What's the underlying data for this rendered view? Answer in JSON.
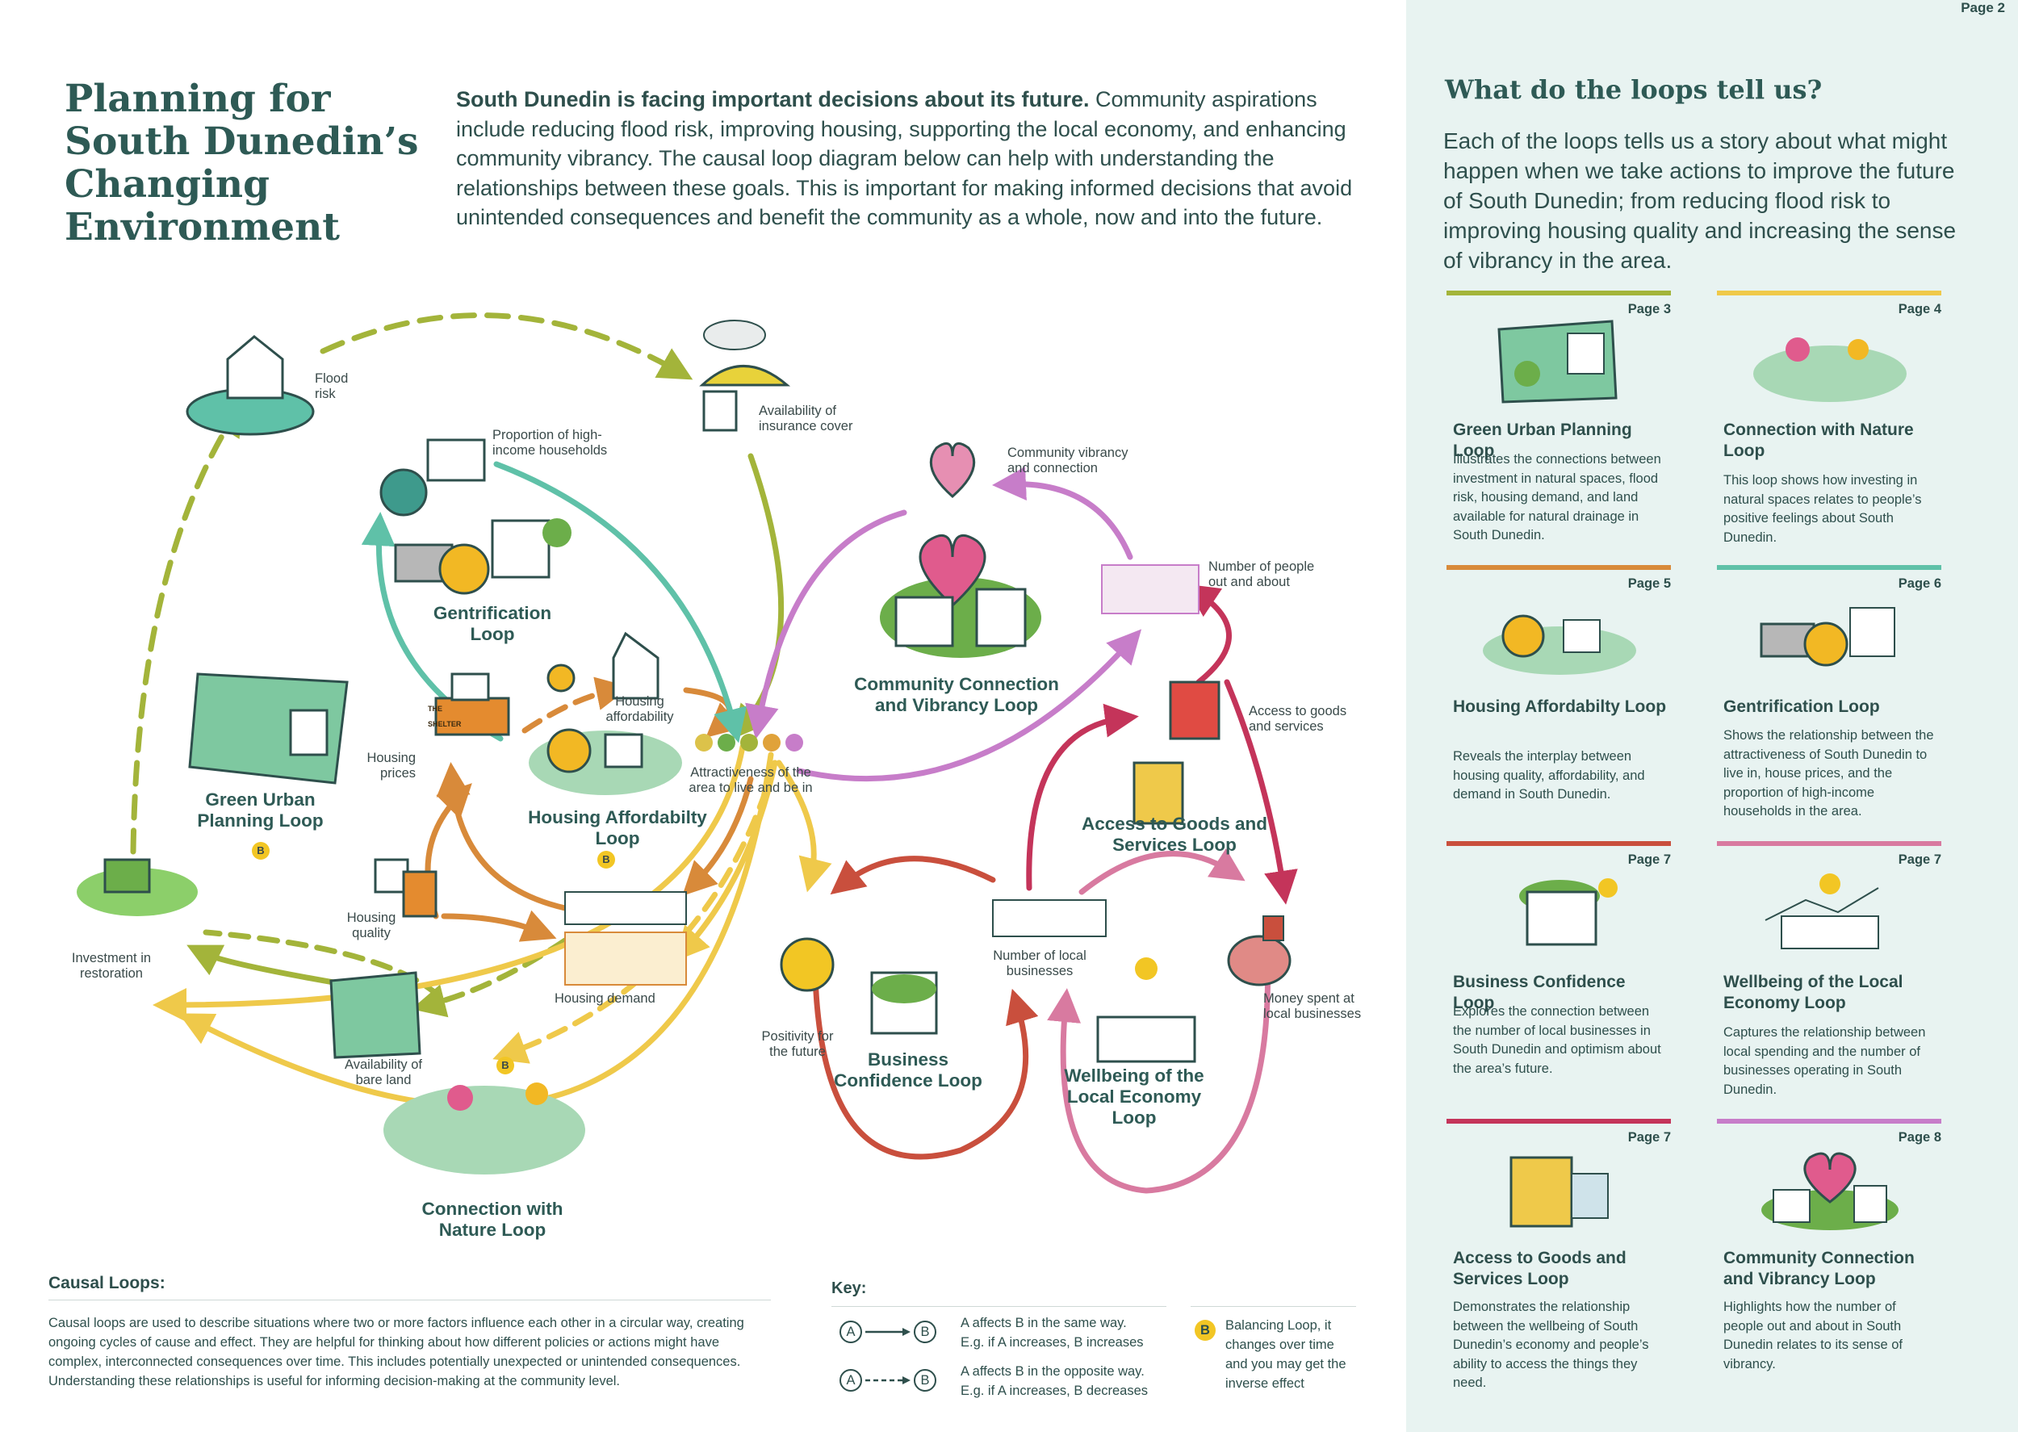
{
  "page_number": "Page 2",
  "title_lines": [
    "Planning for",
    "South Dunedin’s",
    "Changing",
    "Environment"
  ],
  "intro": {
    "lead": "South Dunedin is facing important decisions about its future.",
    "body": " Community aspirations include reducing flood risk, improving housing, supporting the local economy, and enhancing community vibrancy. The causal loop diagram below can help with understanding the relationships between these goals. This is important for making informed decisions that avoid unintended consequences and benefit the community as a whole, now and into the future."
  },
  "diagram": {
    "nodes": {
      "flood_risk": "Flood risk",
      "insurance": "Availability of insurance cover",
      "high_income": "Proportion of high-income households",
      "community_vibrancy": "Community vibrancy and connection",
      "people_out": "Number of people out and about",
      "housing_affordability": "Housing affordability",
      "housing_prices": "Housing prices",
      "attractiveness": "Attractiveness of the area to live and be in",
      "access_goods": "Access to goods and services",
      "housing_quality": "Housing quality",
      "housing_demand": "Housing demand",
      "investment_restoration": "Investment in restoration",
      "bare_land": "Availability of bare land",
      "positivity": "Positivity for the future",
      "local_businesses": "Number of local businesses",
      "money_spent": "Money spent at local businesses"
    },
    "loops": {
      "gentrification": "Gentrification Loop",
      "green_urban": "Green Urban Planning Loop",
      "housing_affordability": "Housing Affordabilty Loop",
      "community": "Community Connection and Vibrancy Loop",
      "access_goods": "Access to Goods and Services Loop",
      "business": "Business Confidence Loop",
      "wellbeing": "Wellbeing of the Local Economy Loop",
      "nature": "Connection with Nature Loop"
    },
    "sign_text": "THE SHELTER",
    "balancing_symbol": "B"
  },
  "causal": {
    "heading": "Causal Loops:",
    "text": "Causal loops are used to describe situations where two or more factors influence each other in a circular way, creating ongoing cycles of cause and effect. They are helpful for thinking about how different policies or actions might have complex, interconnected consequences over time. This includes potentially unexpected or unintended consequences. Understanding these relationships is useful for informing decision-making at the community level."
  },
  "key": {
    "heading": "Key:",
    "letter_a": "A",
    "letter_b": "B",
    "same_line1": "A affects B in the same way.",
    "same_line2": "E.g. if A increases, B increases",
    "opp_line1": "A affects B in the opposite way.",
    "opp_line2": "E.g. if A increases, B decreases",
    "balancing": "Balancing Loop, it changes over time and you may get the inverse effect"
  },
  "right_panel": {
    "heading": "What do the loops tell us?",
    "lead": "Each of the loops tells us a story about what might happen when we take actions to improve the future of South Dunedin; from reducing flood risk to improving housing quality and increasing the sense of vibrancy in the area.",
    "cards": [
      {
        "page": "Page 3",
        "title": "Green Urban Planning Loop",
        "desc": "Illustrates the connections between investment in natural spaces, flood risk, housing demand, and land available for natural drainage in South Dunedin."
      },
      {
        "page": "Page 4",
        "title": "Connection with Nature Loop",
        "desc": "This loop shows how investing in natural spaces relates to people’s positive feelings about South Dunedin."
      },
      {
        "page": "Page 5",
        "title": "Housing Affordabilty Loop",
        "desc": "Reveals the interplay between housing quality, affordability, and demand in South Dunedin."
      },
      {
        "page": "Page 6",
        "title": "Gentrification Loop",
        "desc": "Shows the relationship between the attractiveness of South Dunedin to live in, house prices, and the proportion of high-income households in the area."
      },
      {
        "page": "Page 7",
        "title": "Business Confidence Loop",
        "desc": "Explores the connection between the number of local businesses in South Dunedin and optimism about the area’s future."
      },
      {
        "page": "Page 7",
        "title": "Wellbeing of the Local Economy Loop",
        "desc": "Captures the relationship between local spending and the number of businesses operating in South Dunedin."
      },
      {
        "page": "Page 7",
        "title": "Access to Goods and Services Loop",
        "desc": "Demonstrates the relationship between the wellbeing of South Dunedin’s economy and people’s ability to access the things they need."
      },
      {
        "page": "Page 8",
        "title": "Community Connection and Vibrancy Loop",
        "desc": "Highlights how the number of people out and about in South Dunedin relates to its sense of vibrancy."
      }
    ]
  },
  "colors": {
    "title": "#2e5a55",
    "panel_bg": "#e8f3f1",
    "green_urban": "#a3b43a",
    "nature": "#efc94a",
    "housing": "#d88a3a",
    "gentrification": "#5fc1a8",
    "business": "#c94f3d",
    "wellbeing": "#d87aa0",
    "access": "#c4345a",
    "community": "#c77dc9"
  }
}
